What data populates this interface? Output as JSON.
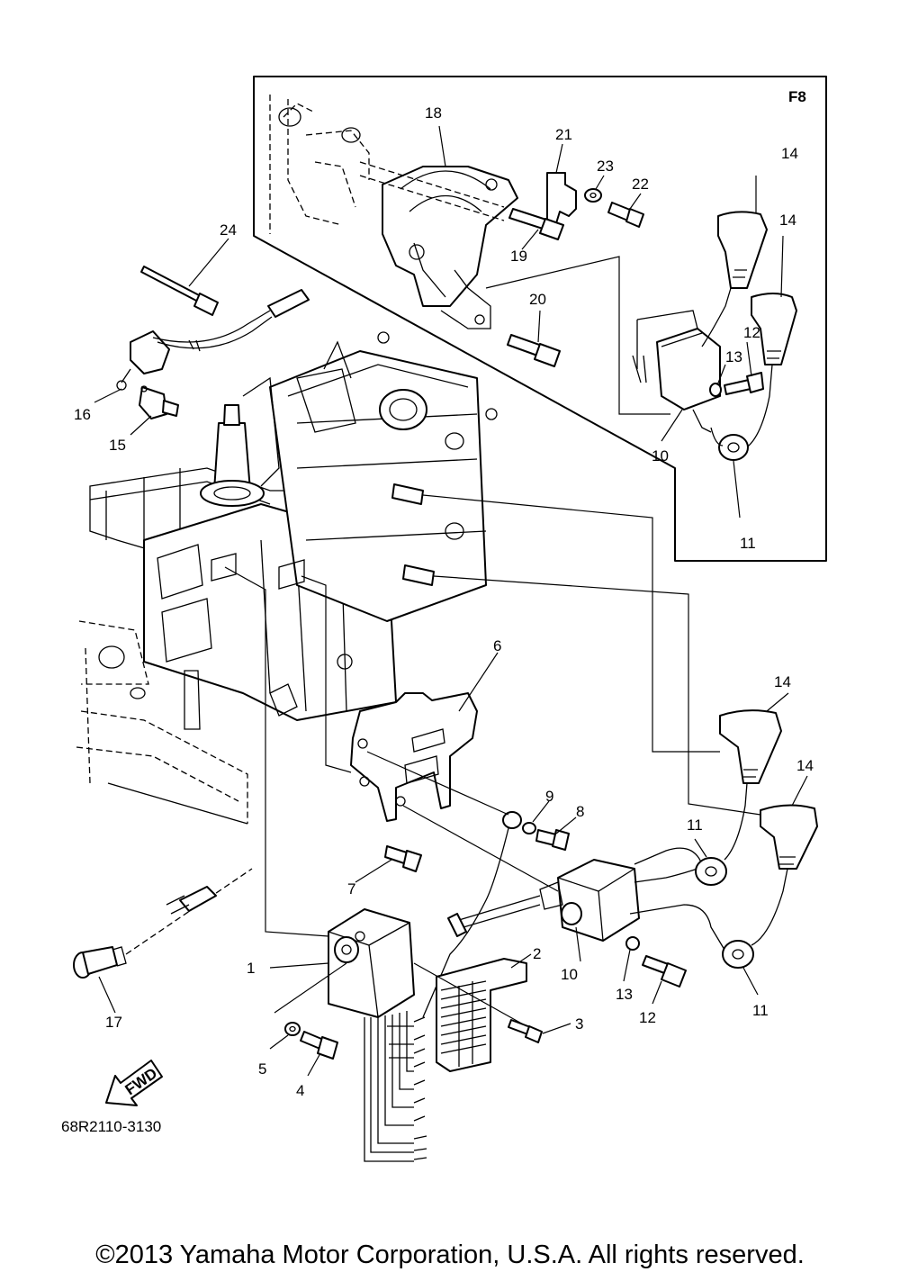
{
  "inset_label": "F8",
  "drawing_number": "68R2110-3130",
  "fwd_label": "FWD",
  "copyright": "©2013 Yamaha Motor Corporation, U.S.A. All rights reserved.",
  "callouts": [
    {
      "id": "c1",
      "text": "1"
    },
    {
      "id": "c2",
      "text": "2"
    },
    {
      "id": "c3",
      "text": "3"
    },
    {
      "id": "c4",
      "text": "4"
    },
    {
      "id": "c5",
      "text": "5"
    },
    {
      "id": "c6",
      "text": "6"
    },
    {
      "id": "c7",
      "text": "7"
    },
    {
      "id": "c8",
      "text": "8"
    },
    {
      "id": "c9",
      "text": "9"
    },
    {
      "id": "c10",
      "text": "10"
    },
    {
      "id": "c11",
      "text": "11"
    },
    {
      "id": "c12",
      "text": "12"
    },
    {
      "id": "c13",
      "text": "13"
    },
    {
      "id": "c14",
      "text": "14"
    },
    {
      "id": "c14b",
      "text": "14"
    },
    {
      "id": "c11b",
      "text": "11"
    },
    {
      "id": "c15",
      "text": "15"
    },
    {
      "id": "c16",
      "text": "16"
    },
    {
      "id": "c17",
      "text": "17"
    },
    {
      "id": "c18",
      "text": "18"
    },
    {
      "id": "c19",
      "text": "19"
    },
    {
      "id": "c20",
      "text": "20"
    },
    {
      "id": "c21",
      "text": "21"
    },
    {
      "id": "c22",
      "text": "22"
    },
    {
      "id": "c23",
      "text": "23"
    },
    {
      "id": "c24",
      "text": "24"
    },
    {
      "id": "i10",
      "text": "10"
    },
    {
      "id": "i11",
      "text": "11"
    },
    {
      "id": "i12",
      "text": "12"
    },
    {
      "id": "i13",
      "text": "13"
    },
    {
      "id": "i14a",
      "text": "14"
    },
    {
      "id": "i14b",
      "text": "14"
    }
  ]
}
